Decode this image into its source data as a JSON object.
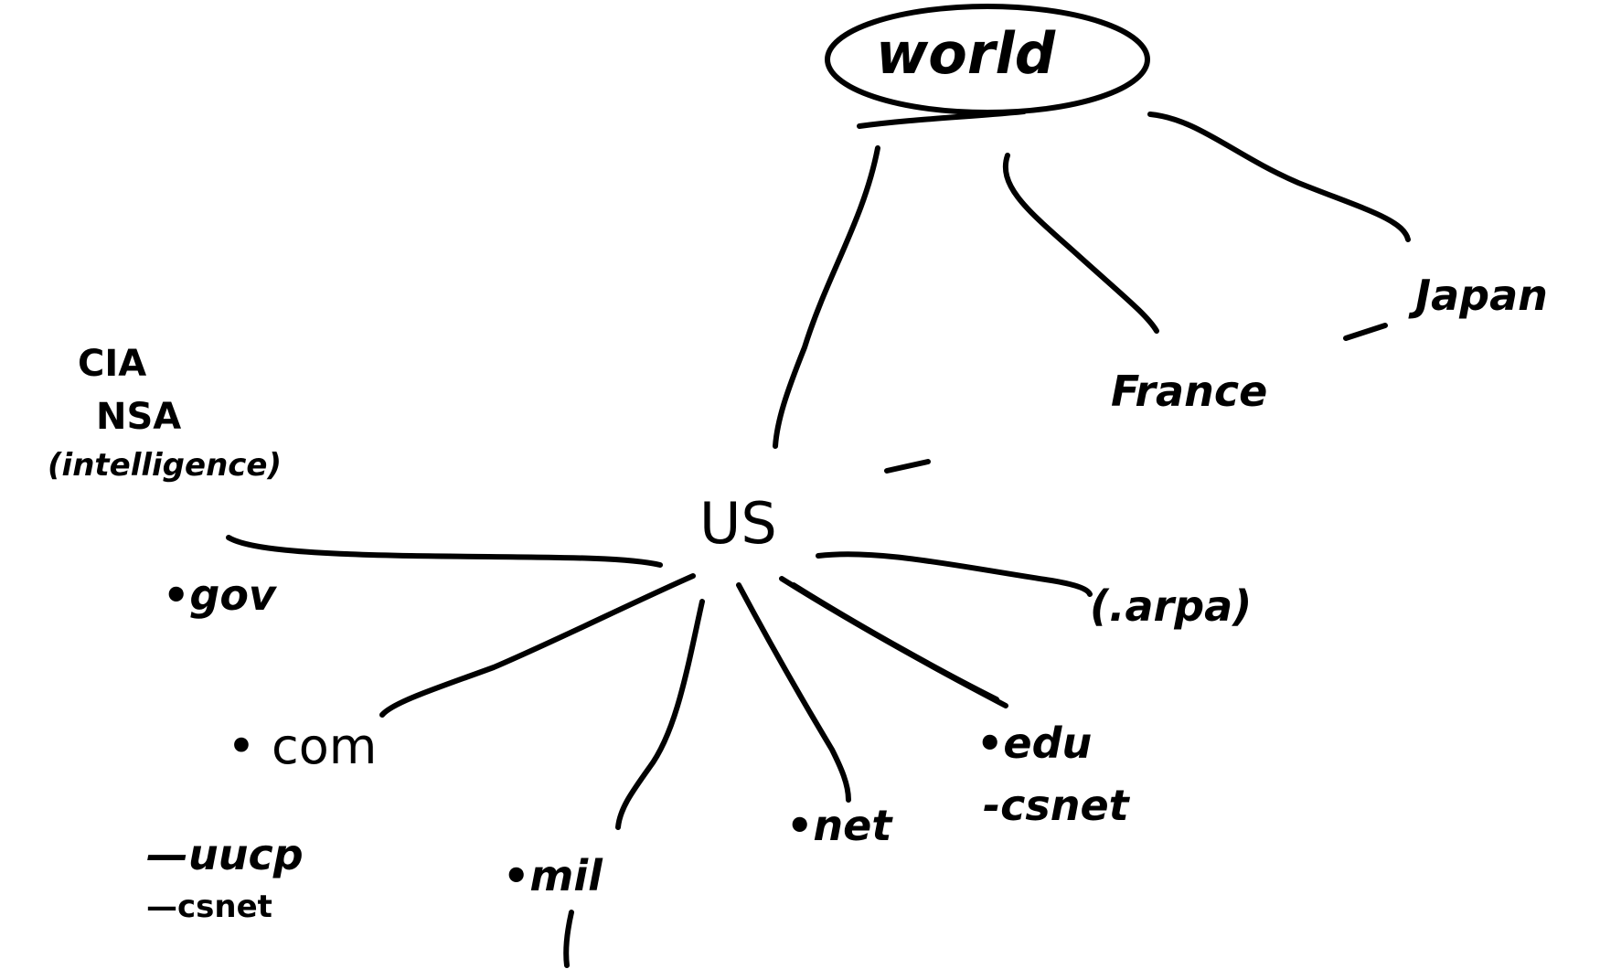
{
  "diagram": {
    "type": "hand-drawn tree",
    "stroke_color": "#000000",
    "background": "#ffffff",
    "root": {
      "label": "world",
      "circled": true
    },
    "world_children": [
      {
        "label": "US"
      },
      {
        "label": "France"
      },
      {
        "label": "Japan"
      }
    ],
    "us_children": [
      {
        "label": ".gov",
        "notes": [
          "CIA",
          "NSA",
          "(intelligence)"
        ]
      },
      {
        "label": ". com",
        "subitems": [
          "-uucp",
          "-csnet"
        ]
      },
      {
        "label": ".mil"
      },
      {
        "label": ".net"
      },
      {
        "label": ".edu",
        "subitems": [
          "-csnet"
        ]
      },
      {
        "label": "(.arpa)"
      }
    ]
  },
  "labels": {
    "world": "world",
    "france": "France",
    "japan": "Japan",
    "us": "US",
    "cia": "CIA",
    "nsa": "NSA",
    "intelligence": "(intelligence)",
    "gov": "•gov",
    "com": "• com",
    "uucp": "—uucp",
    "com_csnet": "—csnet",
    "mil": "•mil",
    "net": "•net",
    "edu": "•edu",
    "edu_csnet": "-csnet",
    "arpa": "(.arpa)"
  }
}
